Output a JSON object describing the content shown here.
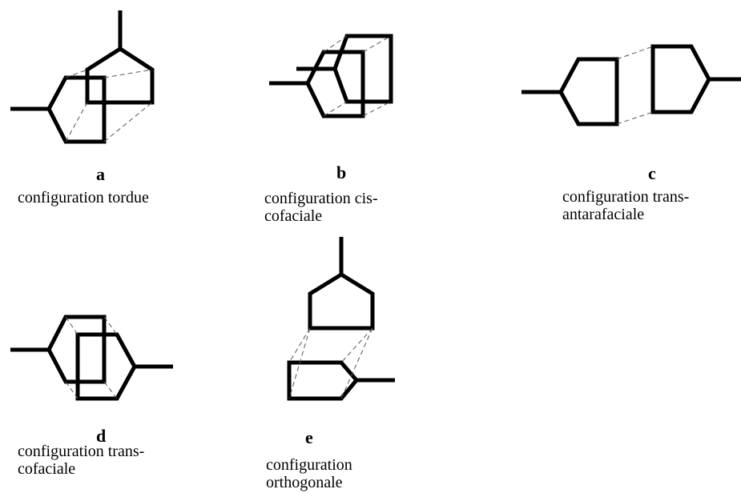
{
  "panels": [
    {
      "id": "a",
      "letter": "a",
      "caption": [
        "configuration tordue"
      ]
    },
    {
      "id": "b",
      "letter": "b",
      "caption": [
        "configuration cis-",
        "cofaciale"
      ]
    },
    {
      "id": "c",
      "letter": "c",
      "caption": [
        "configuration trans-",
        "antarafaciale"
      ]
    },
    {
      "id": "d",
      "letter": "d",
      "caption": [
        "configuration trans-",
        "cofaciale"
      ]
    },
    {
      "id": "e",
      "letter": "e",
      "caption": [
        "configuration",
        "orthogonale"
      ]
    }
  ]
}
